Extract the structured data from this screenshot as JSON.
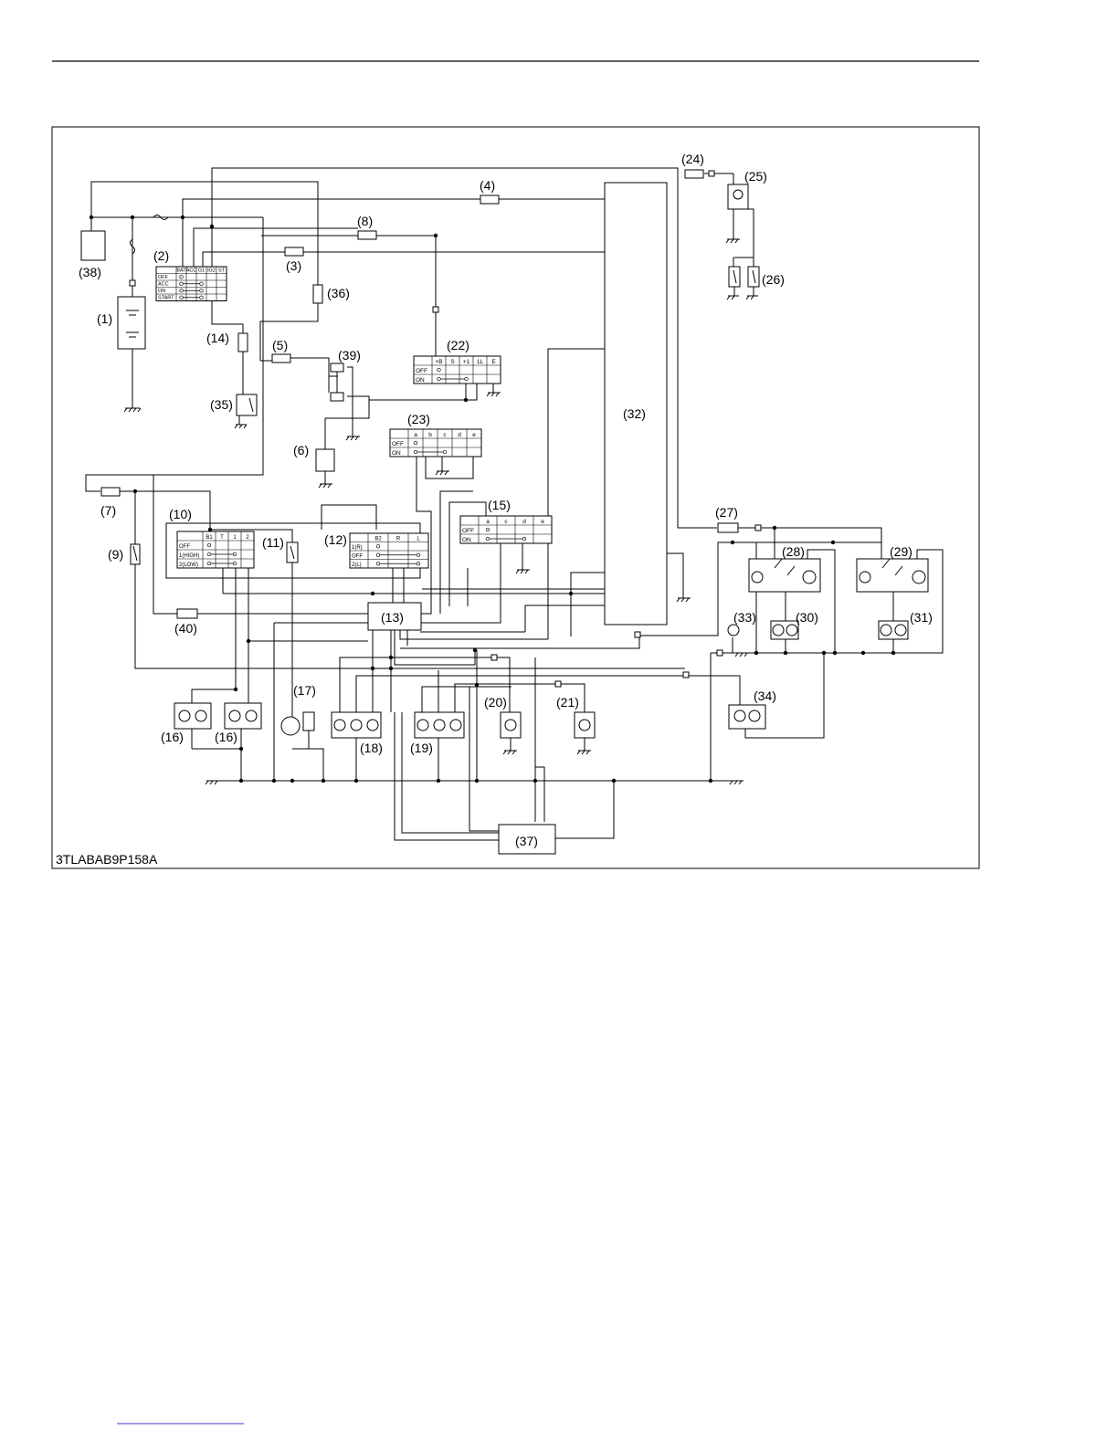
{
  "figure_code": "3TLABAB9P158A",
  "component_labels": {
    "c1": "(1)",
    "c2": "(2)",
    "c3": "(3)",
    "c4": "(4)",
    "c5": "(5)",
    "c6": "(6)",
    "c7": "(7)",
    "c8": "(8)",
    "c9": "(9)",
    "c10": "(10)",
    "c11": "(11)",
    "c12": "(12)",
    "c13": "(13)",
    "c14": "(14)",
    "c15": "(15)",
    "c16a": "(16)",
    "c16b": "(16)",
    "c17": "(17)",
    "c18": "(18)",
    "c19": "(19)",
    "c20": "(20)",
    "c21": "(21)",
    "c22": "(22)",
    "c23": "(23)",
    "c24": "(24)",
    "c25": "(25)",
    "c26": "(26)",
    "c27": "(27)",
    "c28": "(28)",
    "c29": "(29)",
    "c30": "(30)",
    "c31": "(31)",
    "c32": "(32)",
    "c33": "(33)",
    "c34": "(34)",
    "c35": "(35)",
    "c36": "(36)",
    "c37": "(37)",
    "c38": "(38)",
    "c39": "(39)",
    "c40": "(40)"
  },
  "switch_tables": {
    "key_switch": {
      "columns": [
        "BAT",
        "ACC",
        "G1",
        "IG2",
        "ST"
      ],
      "rows": [
        "OFF",
        "ACC",
        "ON",
        "START"
      ]
    },
    "switch_22": {
      "columns": [
        "+B",
        "S",
        "+1",
        "1L",
        "E"
      ],
      "rows": [
        "OFF",
        "ON"
      ]
    },
    "switch_23": {
      "columns": [
        "a",
        "b",
        "c",
        "d",
        "e"
      ],
      "rows": [
        "OFF",
        "ON"
      ]
    },
    "switch_15": {
      "columns": [
        "a",
        "c",
        "d",
        "e"
      ],
      "rows": [
        "OFF",
        "ON"
      ]
    },
    "switch_10": {
      "columns": [
        "B1",
        "T",
        "1",
        "2"
      ],
      "rows": [
        "OFF",
        "1(HIGH)",
        "2(LOW)"
      ]
    },
    "switch_12": {
      "columns": [
        "B2",
        "R",
        "L"
      ],
      "rows": [
        "1(R)",
        "OFF",
        "2(L)"
      ]
    }
  }
}
